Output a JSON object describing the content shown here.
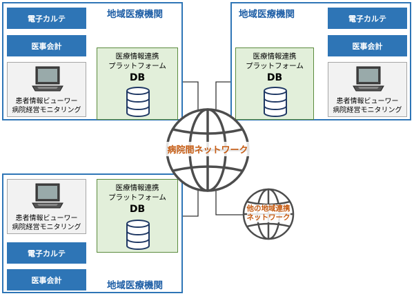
{
  "colors": {
    "institution_border": "#2e75b6",
    "title": "#1f5fa6",
    "system_box": "#2e75b6",
    "platform_fill": "#e2efda",
    "network_label": "#c55a11"
  },
  "institution_title": "地域医療機関",
  "ehr_label": "電子カルテ",
  "billing_label": "医事会計",
  "platform": {
    "line1": "医療情報連携",
    "line2": "プラットフォーム",
    "db": "DB"
  },
  "viewer": {
    "line1": "患者情報ビューワー",
    "line2": "病院経営モニタリング"
  },
  "network": {
    "main_label": "病院間ネットワーク",
    "other_line1": "他の地域連携",
    "other_line2": "ネットワーク"
  },
  "icons": {
    "laptop": "laptop-icon",
    "database": "database-icon",
    "globe": "globe-icon"
  }
}
